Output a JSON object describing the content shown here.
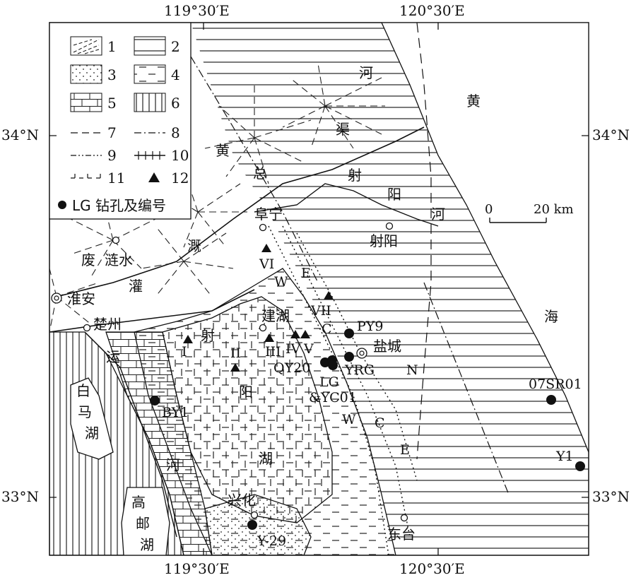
{
  "axes": {
    "top": [
      "119°30′E",
      "120°30′E"
    ],
    "bottom": [
      "119°30′E",
      "120°30′E"
    ],
    "left": [
      "34°N",
      "33°N"
    ],
    "right": [
      "34°N",
      "33°N"
    ]
  },
  "legend": {
    "items": [
      "1",
      "2",
      "3",
      "4",
      "5",
      "6",
      "7",
      "8",
      "9",
      "10",
      "11",
      "12"
    ],
    "borehole_label": "LG 钻孔及编号"
  },
  "scale_bar": {
    "start": "0",
    "end": "20 km"
  },
  "water_labels": {
    "huang": "黄",
    "hai": "海",
    "he_canal": "河",
    "qu": "渠",
    "huang2": "黄",
    "zong": "总",
    "she1": "射",
    "yang1": "阳",
    "he_sheyang": "河",
    "gai": "溉",
    "fei": "废",
    "guan": "灌",
    "yun": "运",
    "he_yun": "河",
    "bai": "白",
    "ma": "马",
    "hu_bai": "湖",
    "gao": "高",
    "you": "邮",
    "hu_gao": "湖",
    "she2": "射",
    "yang2": "阳",
    "hu_she": "湖"
  },
  "cities": {
    "funing": "阜宁",
    "sheyang": "射阳",
    "lianshui": "涟水",
    "huaian": "淮安",
    "chuzhou": "楚州",
    "jianhu": "建湖",
    "yancheng": "盐城",
    "xinghua": "兴化",
    "dongtai": "东台"
  },
  "zones": {
    "VI": "VI",
    "VII": "VII",
    "I": "I",
    "II": "II",
    "III": "III",
    "IV": "IV",
    "V": "V",
    "W1": "W",
    "E1": "E",
    "C1": "C",
    "N": "N",
    "W2": "W",
    "C2": "C",
    "E2": "E"
  },
  "boreholes": {
    "PY9": "PY9",
    "QY20": "QY20",
    "YRG": "YRG",
    "LG": "LG",
    "YC01": "&YC01",
    "BY1": "BY1",
    "SR01": "07SR01",
    "Y1": "Y1",
    "Y29": "Y-29"
  }
}
